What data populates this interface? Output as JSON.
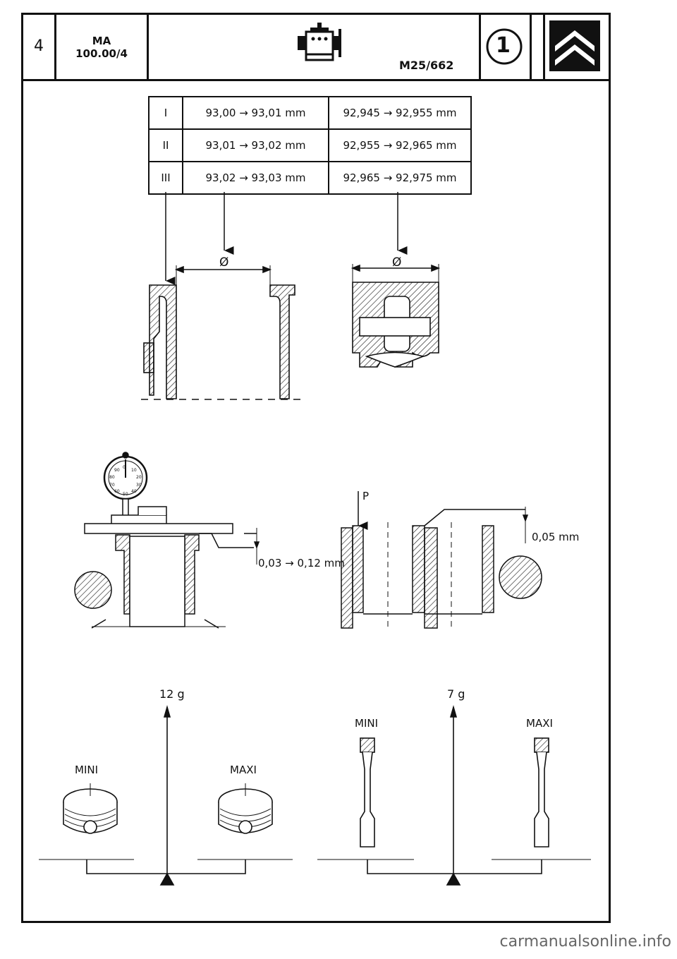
{
  "header": {
    "page_number": "4",
    "section_line1": "MA",
    "section_line2": "100.00/4",
    "drawing_ref": "M25/662",
    "circled_number": "1"
  },
  "size_table": {
    "rows": [
      {
        "class": "I",
        "liner": "93,00 → 93,01 mm",
        "piston": "92,945 → 92,955 mm"
      },
      {
        "class": "II",
        "liner": "93,01 → 93,02 mm",
        "piston": "92,955 → 92,965 mm"
      },
      {
        "class": "III",
        "liner": "93,02 → 93,03 mm",
        "piston": "92,965 → 92,975 mm"
      }
    ]
  },
  "diameter_symbol": "Ø",
  "protrusion": {
    "range_label": "0,03 → 0,12 mm",
    "pressure_label": "P",
    "difference_label": "0,05 mm"
  },
  "dial_gauge": {
    "scale": [
      "0",
      "10",
      "20",
      "30",
      "40",
      "50",
      "60",
      "70",
      "80",
      "90"
    ]
  },
  "weights": {
    "piston_limit": "12 g",
    "rod_limit": "7 g",
    "mini": "MINI",
    "maxi": "MAXI"
  },
  "footer": {
    "website": "carmanualsonline.info"
  }
}
